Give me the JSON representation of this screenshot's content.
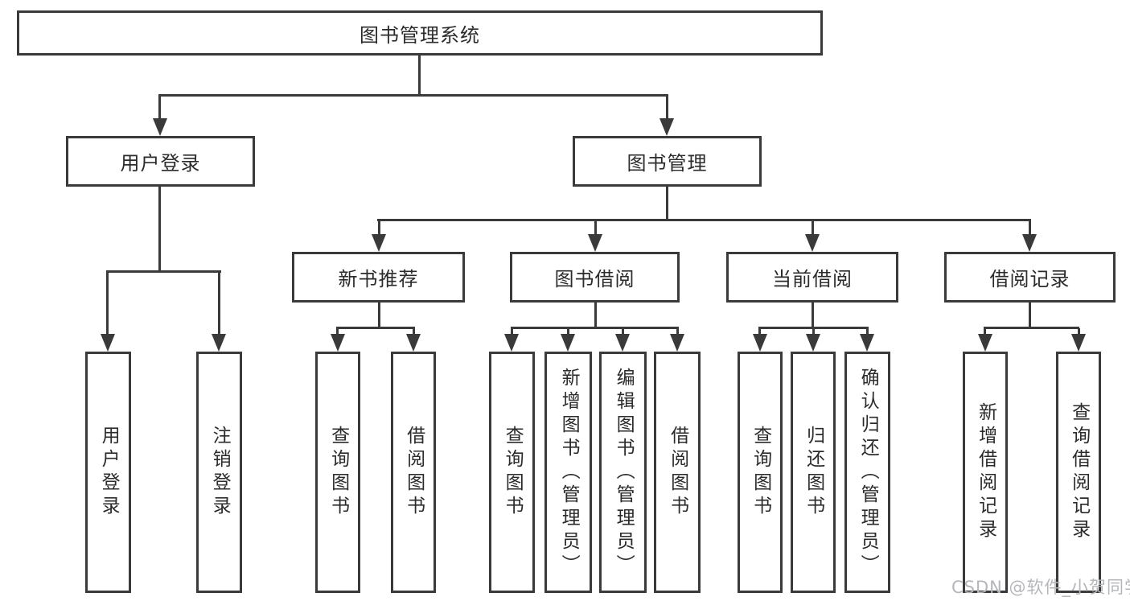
{
  "diagram": {
    "root": {
      "label": "图书管理系统"
    },
    "user": {
      "label": "用户登录",
      "leaves": [
        {
          "label": "用户登录"
        },
        {
          "label": "注销登录"
        }
      ]
    },
    "book": {
      "label": "图书管理",
      "groups": [
        {
          "label": "新书推荐",
          "leaves": [
            {
              "label": "查询图书"
            },
            {
              "label": "借阅图书"
            }
          ]
        },
        {
          "label": "图书借阅",
          "leaves": [
            {
              "label": "查询图书"
            },
            {
              "label": "新增图书（管理员）"
            },
            {
              "label": "编辑图书（管理员）"
            },
            {
              "label": "借阅图书"
            }
          ]
        },
        {
          "label": "当前借阅",
          "leaves": [
            {
              "label": "查询图书"
            },
            {
              "label": "归还图书"
            },
            {
              "label": "确认归还（管理员）"
            }
          ]
        },
        {
          "label": "借阅记录",
          "leaves": [
            {
              "label": "新增借阅记录"
            },
            {
              "label": "查询借阅记录"
            }
          ]
        }
      ]
    }
  },
  "watermark": "CSDN @软件_小贺同学",
  "colors": {
    "line": "#3a3a3a",
    "text": "#2b2b2b",
    "watermark": "#b4b6ba",
    "background": "#ffffff"
  }
}
